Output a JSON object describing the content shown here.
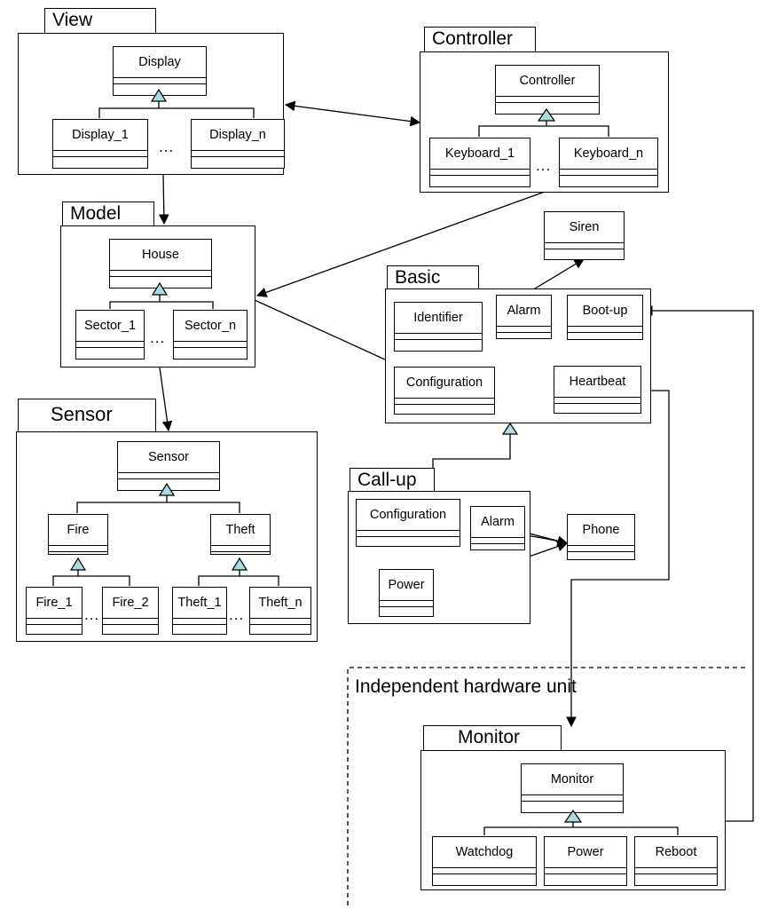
{
  "packages": {
    "view": "View",
    "controller": "Controller",
    "model": "Model",
    "basic": "Basic",
    "sensor": "Sensor",
    "callup": "Call-up",
    "monitor": "Monitor"
  },
  "classes": {
    "display": "Display",
    "display_1": "Display_1",
    "display_n": "Display_n",
    "controller": "Controller",
    "keyboard_1": "Keyboard_1",
    "keyboard_n": "Keyboard_n",
    "house": "House",
    "sector_1": "Sector_1",
    "sector_n": "Sector_n",
    "siren": "Siren",
    "identifier": "Identifier",
    "alarm": "Alarm",
    "bootup": "Boot-up",
    "configuration": "Configuration",
    "heartbeat": "Heartbeat",
    "sensor": "Sensor",
    "fire": "Fire",
    "theft": "Theft",
    "fire_1": "Fire_1",
    "fire_2": "Fire_2",
    "theft_1": "Theft_1",
    "theft_n": "Theft_n",
    "callup_configuration": "Configuration",
    "callup_alarm": "Alarm",
    "phone": "Phone",
    "callup_power": "Power",
    "monitor": "Monitor",
    "watchdog": "Watchdog",
    "monitor_power": "Power",
    "reboot": "Reboot"
  },
  "ellipsis": "...",
  "region_label": "Independent hardware unit"
}
